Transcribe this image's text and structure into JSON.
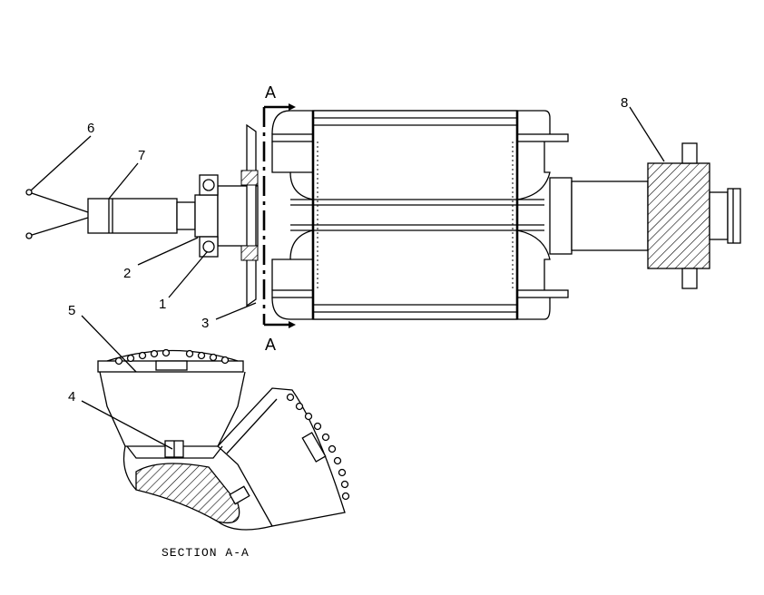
{
  "callouts": {
    "c1": "1",
    "c2": "2",
    "c3": "3",
    "c4": "4",
    "c5": "5",
    "c6": "6",
    "c7": "7",
    "c8": "8"
  },
  "section_marker": {
    "top": "A",
    "bottom": "A"
  },
  "section_caption": "SECTION A-A",
  "colors": {
    "line": "#000000",
    "background": "#ffffff"
  }
}
